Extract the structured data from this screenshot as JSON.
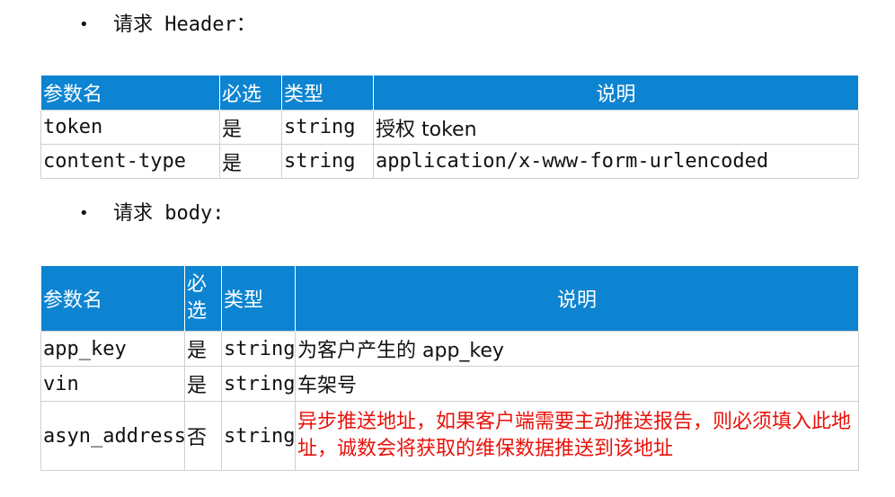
{
  "section1": {
    "bullet": "•",
    "title": "请求 Header："
  },
  "table1": {
    "headers": [
      "参数名",
      "必选",
      "类型",
      "说明"
    ],
    "rows": [
      [
        "token",
        "是",
        "string",
        "授权 token"
      ],
      [
        "content-type",
        "是",
        "string",
        "application/x-www-form-urlencoded"
      ]
    ]
  },
  "section2": {
    "bullet": "•",
    "title": "请求 body:"
  },
  "table2": {
    "headers": [
      "参数名",
      "必选",
      "类型",
      "说明"
    ],
    "rows": [
      [
        "app_key",
        "是",
        "string",
        "为客户产生的 app_key"
      ],
      [
        "vin",
        "是",
        "string",
        "车架号"
      ],
      [
        "asyn_address",
        "否",
        "string",
        "异步推送地址，如果客户端需要主动推送报告，则必须填入此地址，诚数会将获取的维保数据推送到该地址"
      ]
    ]
  },
  "colors": {
    "header_bg": "#0d84d1",
    "note_red": "#e8120a"
  }
}
